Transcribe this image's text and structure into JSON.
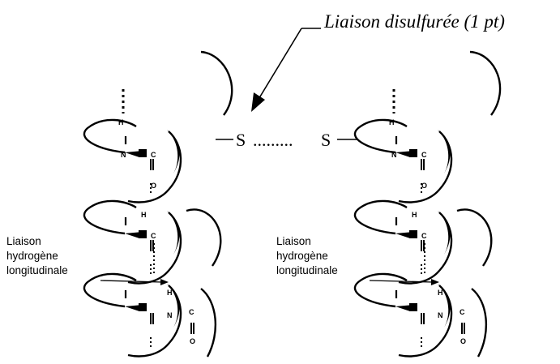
{
  "callout": {
    "text": "Liaison disulfurée (1 pt)"
  },
  "bridge": {
    "left_atom": "S",
    "dots": ".........",
    "right_atom": "S"
  },
  "hbond_labels": {
    "left": [
      "Liaison",
      "hydrogène",
      "longitudinale"
    ],
    "right": [
      "Liaison",
      "hydrogène",
      "longitudinale"
    ]
  },
  "atoms": {
    "h": "H",
    "n": "N",
    "c": "C",
    "o": "O"
  }
}
